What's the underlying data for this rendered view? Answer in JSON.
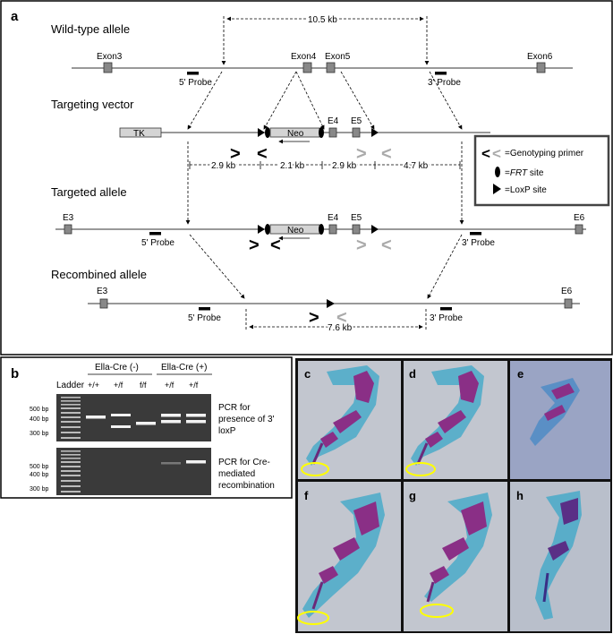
{
  "panel_a": {
    "label": "a",
    "wildtype": {
      "title": "Wild-type allele",
      "exon3": "Exon3",
      "exon4": "Exon4",
      "exon5": "Exon5",
      "exon6": "Exon6",
      "probe5": "5' Probe",
      "probe3": "3' Probe",
      "distance": "10.5 kb"
    },
    "vector": {
      "title": "Targeting vector",
      "tk": "TK",
      "neo": "Neo",
      "e4": "E4",
      "e5": "E5",
      "d1": "2.9 kb",
      "d2": "2.1 kb",
      "d3": "2.9 kb",
      "d4": "4.7 kb"
    },
    "targeted": {
      "title": "Targeted allele",
      "e3": "E3",
      "e4": "E4",
      "e5": "E5",
      "e6": "E6",
      "neo": "Neo",
      "probe5": "5' Probe",
      "probe3": "3' Probe"
    },
    "recombined": {
      "title": "Recombined allele",
      "e3": "E3",
      "e6": "E6",
      "probe5": "5' Probe",
      "probe3": "3' Probe",
      "distance": "7.6 kb"
    },
    "legend": {
      "primer": "=Genotyping primer",
      "frt_prefix": "=",
      "frt_italic": "FRT",
      "frt_suffix": " site",
      "loxp": "=LoxP site"
    }
  },
  "panel_b": {
    "label": "b",
    "group_neg": "Ella-Cre (-)",
    "group_pos": "Ella-Cre (+)",
    "ladder": "Ladder",
    "lanes": [
      "+/+",
      "+/f",
      "f/f",
      "+/f",
      "+/f"
    ],
    "gel1_sizes": [
      "500 bp",
      "400 bp",
      "300 bp"
    ],
    "gel2_sizes": [
      "500 bp",
      "400 bp",
      "300 bp"
    ],
    "gel1_caption": [
      "PCR for",
      "presence of 3'",
      "loxP"
    ],
    "gel2_caption": [
      "PCR for Cre-",
      "mediated",
      "recombination"
    ]
  },
  "photo_panels": {
    "c": "c",
    "d": "d",
    "e": "e",
    "f": "f",
    "g": "g",
    "h": "h"
  },
  "colors": {
    "primer_gray": "#aaaaaa",
    "exon_fill": "#888888",
    "box_fill": "#d4d4d4",
    "gel_bg": "#3a3a3a",
    "highlight_ellipse": "#ffff00",
    "cartilage_blue": "#3aa7c8",
    "bone_purple": "#8a2f86"
  }
}
